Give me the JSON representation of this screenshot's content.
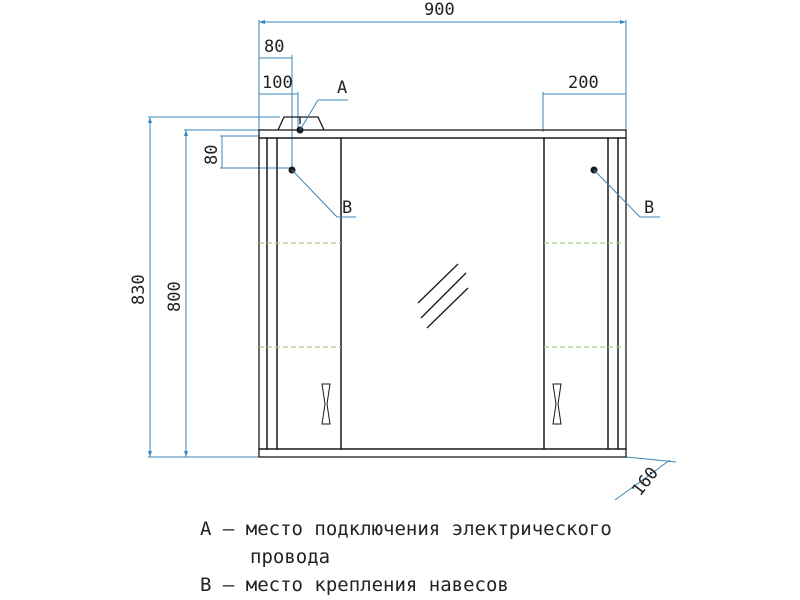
{
  "dimensions": {
    "overall_width": "900",
    "left_80": "80",
    "left_100": "100",
    "right_200": "200",
    "vertical_80": "80",
    "total_height": "830",
    "body_height": "800",
    "depth": "160"
  },
  "markers": {
    "a": "A",
    "b_left": "B",
    "b_right": "B"
  },
  "legend": {
    "a_line1": "A – место подключения электрического",
    "a_line2": "провода",
    "b_line": "B – место крепления навесов"
  },
  "colors": {
    "outline": "#1a1a1a",
    "dimension": "#3a86b8",
    "shelf": "#a8d08d"
  }
}
